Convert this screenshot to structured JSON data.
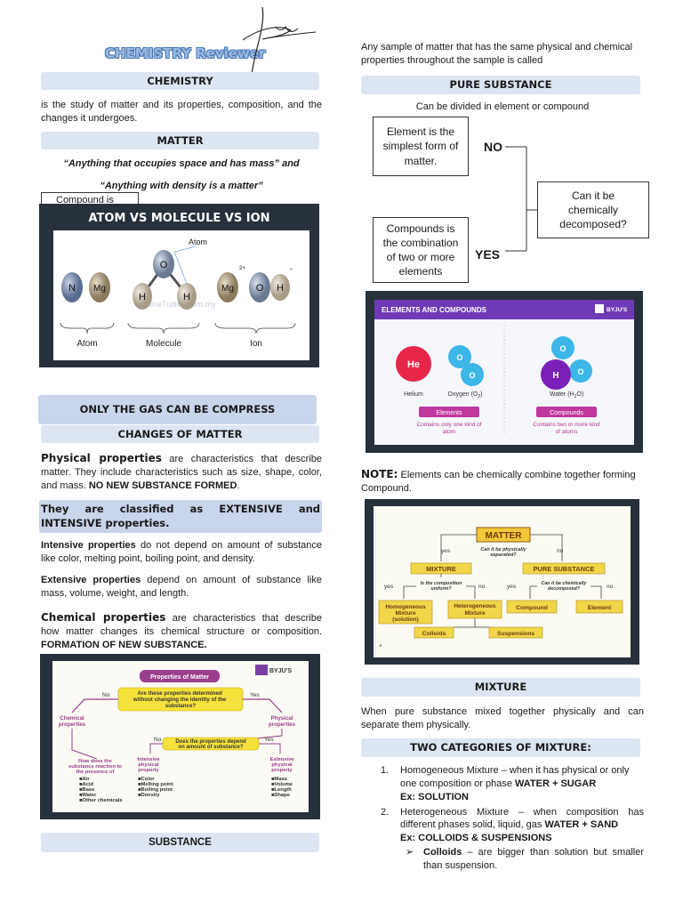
{
  "title": "CHEMISTRY Reviewer",
  "left": {
    "h_chemistry": "CHEMISTRY",
    "chemistry_def": "is the study of matter and its properties, composition, and the changes it undergoes.",
    "h_matter": "MATTER",
    "quote1": "“Anything that occupies space and has mass” and",
    "quote2": "“Anything with density is a matter”",
    "partial_box": "Compound is",
    "img1": {
      "title": "ATOM VS MOLECULE VS ION",
      "atoms": [
        "N",
        "Mg"
      ],
      "molecule": [
        "H",
        "O",
        "H"
      ],
      "ion": [
        "Mg",
        "O",
        "H"
      ],
      "ion_charge1": "2+",
      "ion_charge2": "-",
      "atom_callout": "Atom",
      "labels": [
        "Atom",
        "Molecule",
        "Ion"
      ],
      "watermark": "OnlineTuition.com.my"
    },
    "h_gas": "ONLY THE GAS CAN BE COMPRESS",
    "h_changes": "CHANGES OF MATTER",
    "physical_term": "Physical properties",
    "physical_text": " are characteristics that describe matter. They include characteristics such as size, shape, color, and mass. ",
    "physical_bold": "NO NEW SUBSTANCE FORMED",
    "physical_end": ".",
    "classified": "They are classified as EXTENSIVE and INTENSIVE properties.",
    "intensive_term": "Intensive properties",
    "intensive_text": " do not depend on amount of substance like color, melting point, boiling point, and density.",
    "extensive_term": "Extensive properties",
    "extensive_text": " depend on amount of substance like mass, volume, weight, and length.",
    "chemical_term": "Chemical properties",
    "chemical_text": " are characteristics that describe how matter changes its chemical structure or composition. ",
    "chemical_bold": "FORMATION OF NEW SUBSTANCE.",
    "img2": {
      "brand": "BYJU'S",
      "top": "Properties of Matter",
      "q1": "Are these properties determined without changing the identity of the substance?",
      "no": "No",
      "yes": "Yes",
      "chem": "Chemical properties",
      "phys": "Physical properties",
      "q2": "Does the properties depend on amount of substance?",
      "how": "How does the substance reaction to the presence of",
      "how_items": [
        "Air",
        "Acid",
        "Base",
        "Water",
        "Other chemicals"
      ],
      "int": "Intensive physical property",
      "int_items": [
        "Color",
        "Melting point",
        "Boiling point",
        "Density"
      ],
      "ext": "Extensive physical property",
      "ext_items": [
        "Mass",
        "Volume",
        "Length",
        "Shape"
      ]
    },
    "h_substance": "SUBSTANCE"
  },
  "right": {
    "intro": "Any sample of matter that has the same physical and chemical properties throughout the sample is called",
    "h_pure": "PURE SUBSTANCE",
    "divided": "Can be divided in element or compound",
    "box_element": "Element is the simplest form of matter.",
    "box_compound": "Compounds is the combination of two or more elements",
    "box_question": "Can it be chemically decomposed?",
    "no": "NO",
    "yes": "YES",
    "img3": {
      "title": "ELEMENTS AND COMPOUNDS",
      "brand": "BYJU'S",
      "he": "He",
      "o": "O",
      "h": "H",
      "helium": "Helium",
      "oxygen": "Oxygen (O",
      "oxygen_sub": "2",
      "oxygen_end": ")",
      "water": "Water (H",
      "water_sub": "2",
      "water_end": "O)",
      "elements": "Elements",
      "compounds": "Compounds",
      "el_desc": "Contains only one kind of atom",
      "co_desc": "Contains two or more kind of atoms"
    },
    "note_label": "NOTE:",
    "note_text": " Elements can be chemically combine together forming Compound.",
    "img4": {
      "matter": "MATTER",
      "q1": "Can it be physically separated?",
      "yes": "yes",
      "no": "no",
      "mixture": "MIXTURE",
      "pure": "PURE SUBSTANCE",
      "q2": "Is the composition uniform?",
      "q3": "Can it be chemically decomposed?",
      "homo": "Homogeneous Mixture (solution)",
      "hetero": "Heterogeneous Mixture",
      "compound": "Compound",
      "element": "Element",
      "colloids": "Colloids",
      "suspensions": "Suspensions"
    },
    "h_mixture": "MIXTURE",
    "mixture_def": "When pure substance mixed together physically and can separate them physically.",
    "h_two": "TWO CATEGORIES OF MIXTURE:",
    "item1_num": "1.",
    "item1_text": "Homogeneous Mixture – when it has physical or only one composition or phase ",
    "item1_bold": "WATER + SUGAR",
    "item1_ex": "Ex: SOLUTION",
    "item2_num": "2.",
    "item2_text": "Heterogeneous Mixture – when composition has different phases solid, liquid, gas ",
    "item2_bold": "WATER + SAND",
    "item2_ex": "Ex: COLLOIDS & SUSPENSIONS",
    "sub_bullet": "➢",
    "colloids_term": "Colloids",
    "colloids_text": " – are bigger than solution but smaller than suspension."
  }
}
